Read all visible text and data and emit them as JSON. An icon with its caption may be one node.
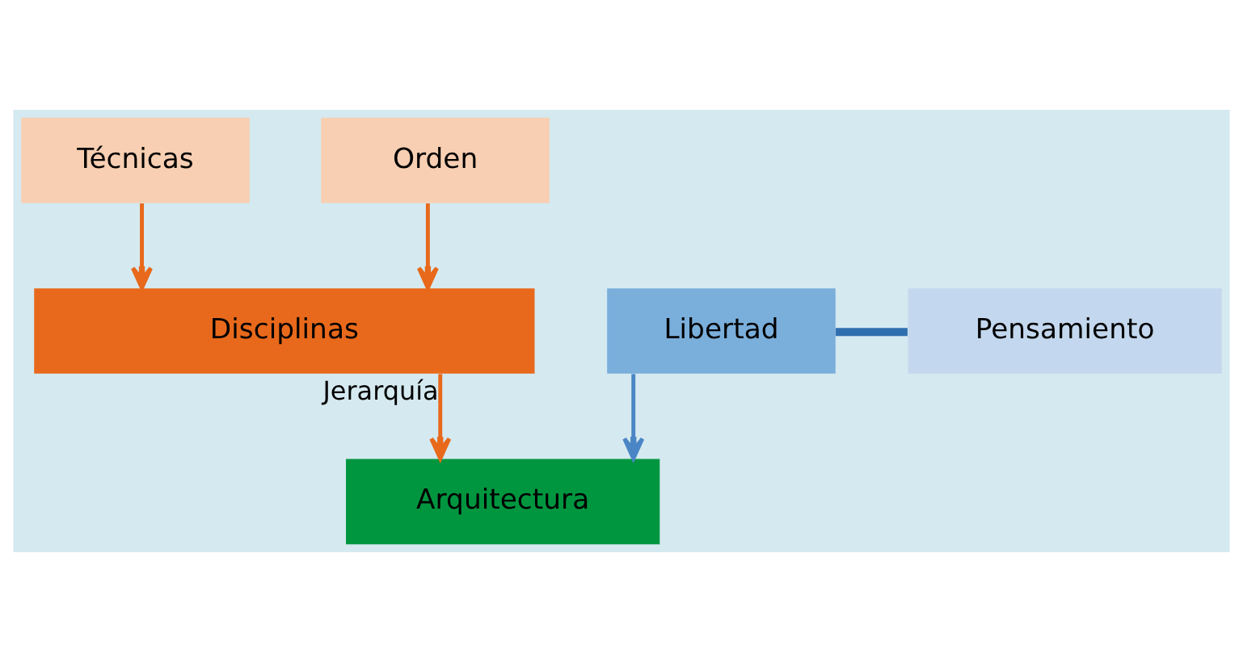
{
  "diagram": {
    "nodes": [
      {
        "text": [
          "Técnicas"
        ]
      },
      {
        "text": [
          "Orden"
        ]
      },
      {
        "text": [
          "Arquitectura"
        ]
      },
      {
        "text": [
          "Disciplinas"
        ]
      },
      {
        "text": [
          "Libertad"
        ]
      },
      {
        "text": [
          "Pensamiento"
        ]
      }
    ],
    "edges": [
      {
        "from": 4,
        "to": 2,
        "arrow": "to",
        "color": "#4a86c5"
      },
      {
        "from": 4,
        "to": 5,
        "arrow": "none",
        "style": "thick",
        "color": "#2f6fb0"
      },
      {
        "from": 0,
        "to": 3,
        "arrow": "to"
      },
      {
        "from": 1,
        "to": 3,
        "arrow": "to"
      },
      {
        "from": 3,
        "to": 2,
        "arrow": "to",
        "label": "Jerarquía"
      }
    ]
  }
}
